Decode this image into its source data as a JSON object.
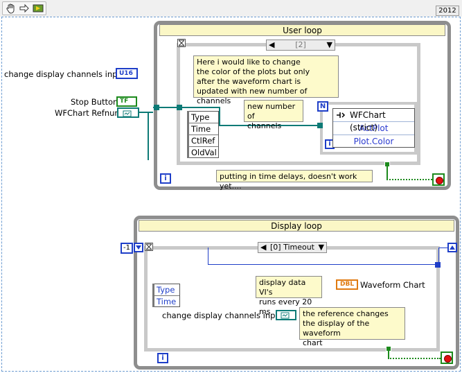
{
  "toolbar": {
    "version": "2012"
  },
  "icons": {
    "hand": "hand-icon",
    "arrow": "arrow-icon",
    "highlight": "highlight-execution-icon"
  },
  "controls": {
    "channels_label": "change display channels input",
    "channels_type": "U16",
    "stop_label": "Stop Button",
    "stop_type": "TF",
    "refnum_label": "WFChart Refnum"
  },
  "user_loop": {
    "title": "User loop",
    "case_value": "[2]",
    "comment_main": "Here i would like to change\nthe color of the plots but only\nafter the waveform chart is\nupdated with new number of channels",
    "comment_channels": "new number of\nchannels",
    "comment_delay": "putting in time delays, doesn't work yet....",
    "event_rows": [
      "Type",
      "Time",
      "CtlRef",
      "OldVal"
    ],
    "for_count": "N",
    "for_index": "i",
    "iteration": "i",
    "property_node": {
      "title": "WFChart (strict)",
      "props": [
        "ActPlot",
        "Plot.Color"
      ]
    }
  },
  "display_loop": {
    "title": "Display loop",
    "shift_init": "-1",
    "case_value": "[0] Timeout",
    "event_rows": [
      "Type",
      "Time"
    ],
    "comment_display": "display data VI's\nruns every 20 ms",
    "chart_label": "Waveform Chart",
    "chart_type": "DBL",
    "channels_input_label": "change display channels input",
    "comment_ref": "the reference changes\nthe display of the waveform\nchart",
    "iteration": "i"
  },
  "colors": {
    "loop": "#8e8e8e",
    "wire_ref": "#0d7a76",
    "wire_int": "#1e3ec8",
    "comment_bg": "#fdfacb",
    "stop": "#e01010"
  }
}
